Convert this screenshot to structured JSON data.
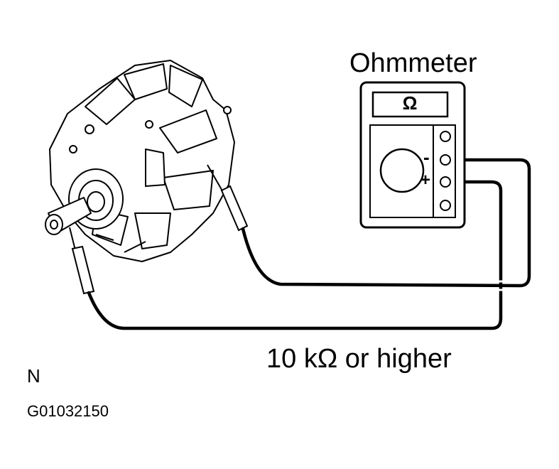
{
  "meter": {
    "title": "Ohmmeter",
    "display_symbol": "Ω",
    "minus_symbol": "-",
    "plus_symbol": "+"
  },
  "reading": "10 kΩ or higher",
  "corner_letter": "N",
  "figure_code": "G01032150",
  "colors": {
    "ink": "#000000",
    "background": "#ffffff"
  }
}
